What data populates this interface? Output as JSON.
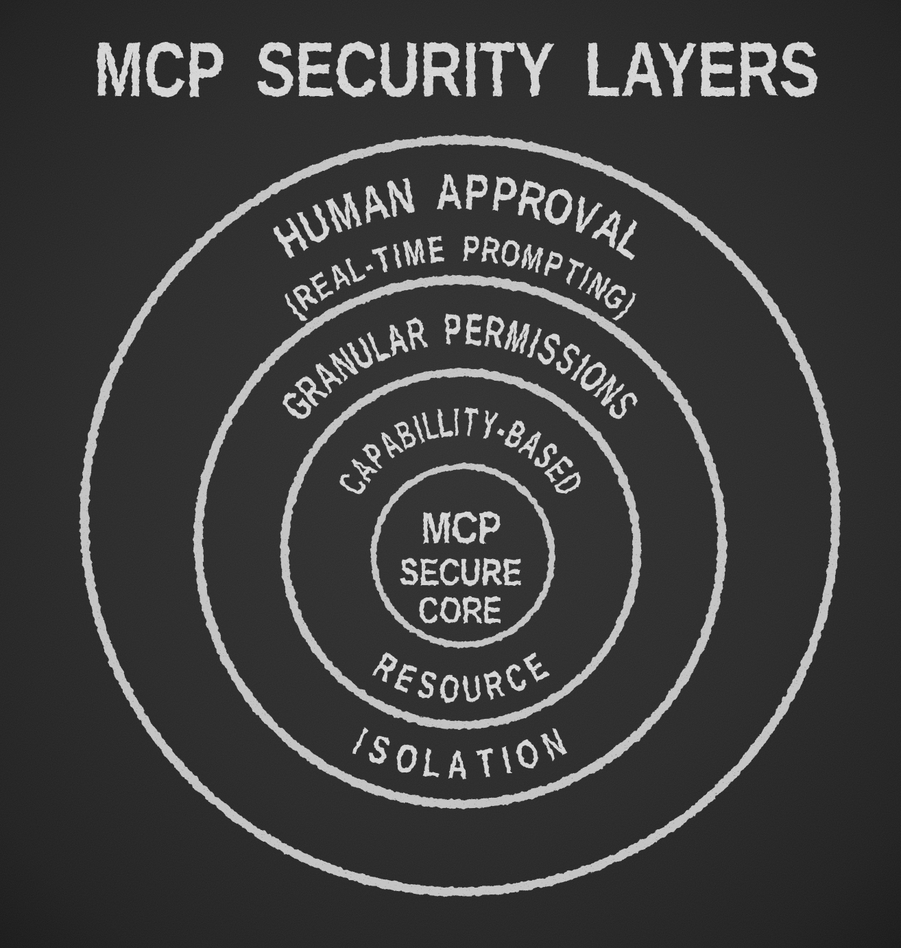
{
  "title": "MCP SECURITY LAYERS",
  "style": {
    "background_center": "#2c2c2c",
    "background_edge": "#121212",
    "chalk_text": "#d6d6d6",
    "ring_stroke": "#c5c5c5"
  },
  "diagram": {
    "type": "concentric-rings",
    "rings": [
      {
        "id": "human-approval",
        "top_label": "HUMAN APPROVAL",
        "top_sublabel": "(REAL-TIME PROMPTING)"
      },
      {
        "id": "granular-permissions",
        "top_label": "GRANULAR PERMISSIONS",
        "bottom_label": "ISOLATION"
      },
      {
        "id": "capabillity-based",
        "top_label": "CAPABILLITY-BASED",
        "bottom_label": "RESOURCE"
      },
      {
        "id": "mcp-secure-core",
        "lines": [
          "MCP",
          "SECURE",
          "CORE"
        ]
      }
    ]
  }
}
